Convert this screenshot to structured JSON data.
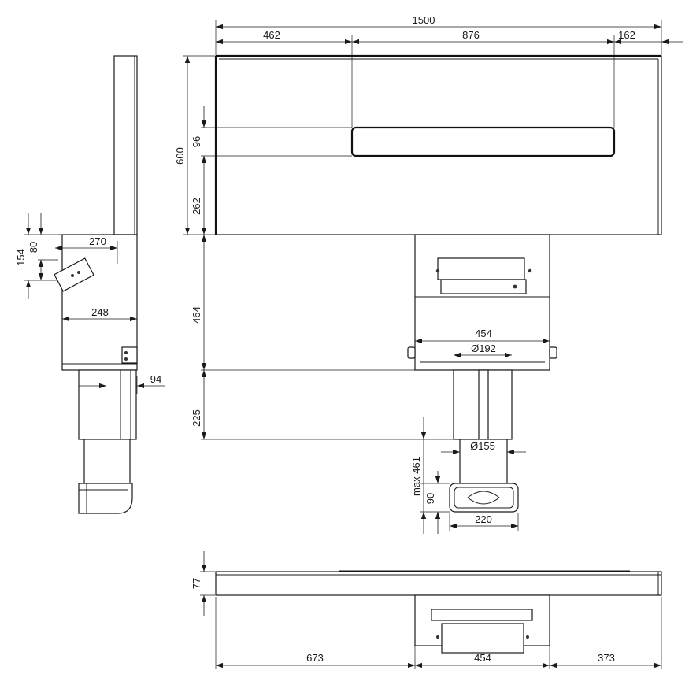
{
  "dimensions": {
    "top_overall": "1500",
    "top_left": "462",
    "top_mid": "876",
    "top_right": "162",
    "height_total": "600",
    "height_slot": "96",
    "height_lower": "262",
    "side_depth_top": "270",
    "side_154": "154",
    "side_80": "80",
    "side_248": "248",
    "side_94": "94",
    "unit_464": "464",
    "unit_454": "454",
    "duct_192": "Ø192",
    "duct_225": "225",
    "duct_155": "Ø155",
    "max_461": "max 461",
    "elbow_90": "90",
    "elbow_220": "220",
    "plan_77": "77",
    "plan_673": "673",
    "plan_454": "454",
    "plan_373": "373"
  }
}
